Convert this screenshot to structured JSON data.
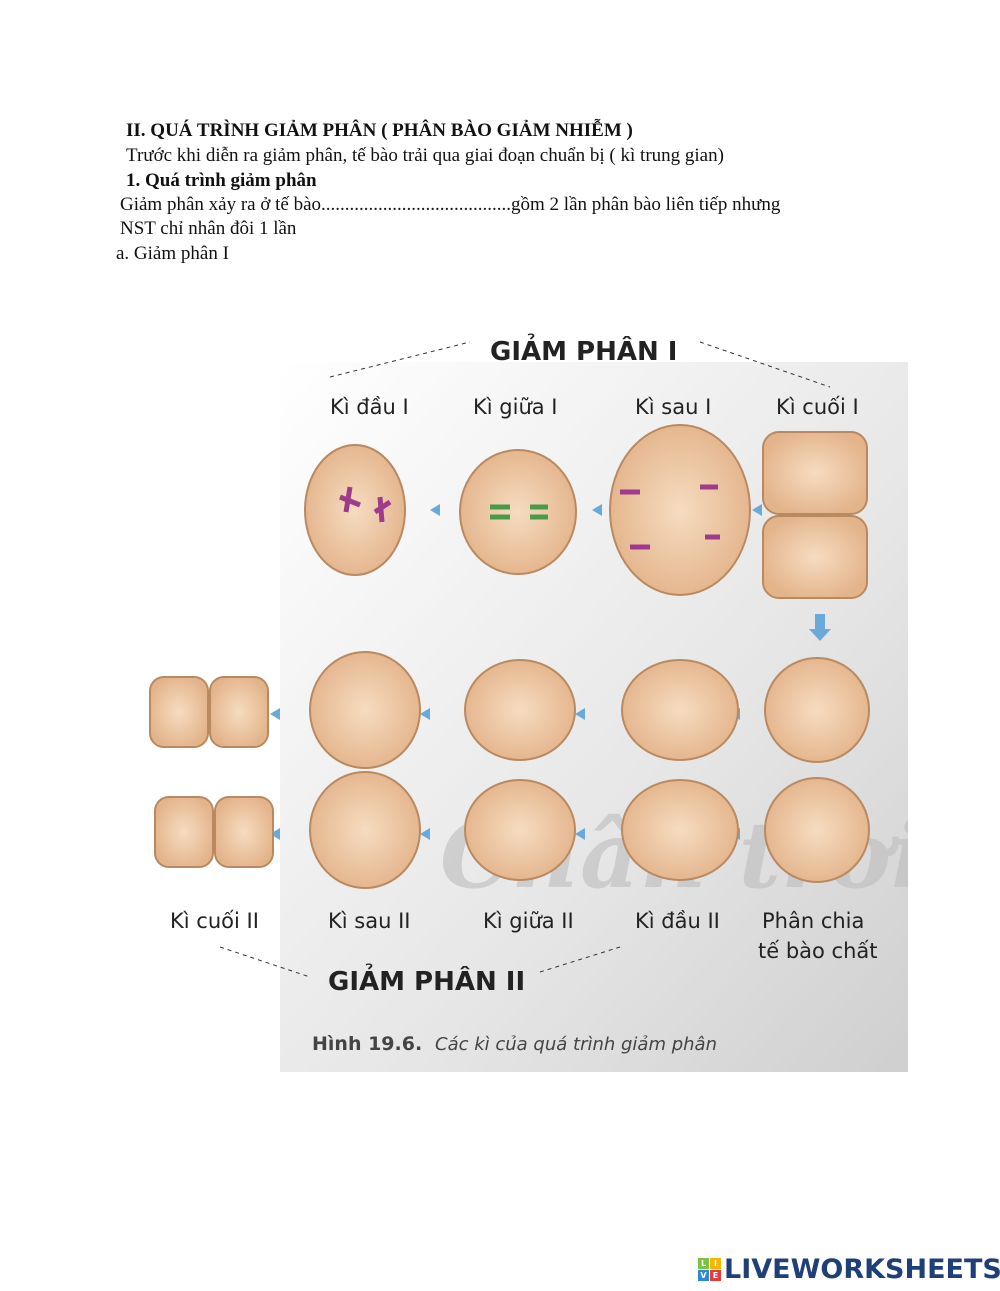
{
  "heading": "II. QUÁ TRÌNH GIẢM PHÂN ( PHÂN BÀO GIẢM NHIỄM )",
  "intro": "Trước khi diễn ra giảm phân, tế bào trải qua giai đoạn chuẩn bị ( kì trung gian)",
  "section_title": "1. Quá trình giảm phân",
  "sentence_line1": "Giảm phân xảy ra ở tế bào........................................gồm 2 lần phân bào liên tiếp nhưng",
  "sentence_line2": "NST chỉ nhân đôi 1 lần",
  "subsection": "a. Giảm phân I",
  "figure": {
    "title_top": "GIẢM PHÂN I",
    "title_bottom": "GIẢM PHÂN II",
    "stages_top": [
      "Kì đầu I",
      "Kì giữa I",
      "Kì sau I",
      "Kì cuối I"
    ],
    "stages_bottom": [
      "Kì cuối II",
      "Kì sau II",
      "Kì giữa II",
      "Kì đầu II",
      "Phân chia",
      "tế bào chất"
    ],
    "caption_bold": "Hình 19.6.",
    "caption_italic": "Các kì của quá trình giảm phân",
    "watermark": "Chân trời sá"
  },
  "logo": {
    "tiles": [
      "L",
      "I",
      "V",
      "E"
    ],
    "text": "LIVEWORKSHEETS"
  }
}
